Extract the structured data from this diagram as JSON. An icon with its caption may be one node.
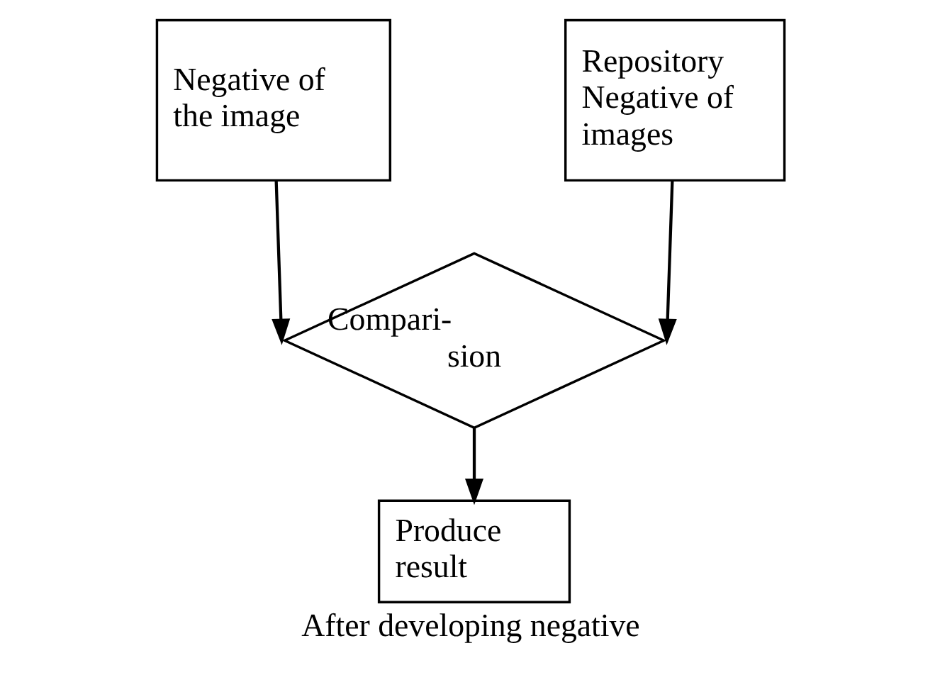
{
  "diagram": {
    "caption": "After developing negative",
    "nodes": [
      {
        "text": [
          "Negative of the image"
        ]
      },
      {
        "text": [
          "Repository Negative of images"
        ]
      },
      {
        "text": [
          "Compari- sion"
        ]
      },
      {
        "text": [
          "Produce result"
        ]
      }
    ],
    "edges": [
      {
        "from": 0,
        "to": 2,
        "arrow": "to"
      },
      {
        "from": 1,
        "to": 2,
        "arrow": "to"
      },
      {
        "from": 2,
        "to": 3,
        "arrow": "to"
      }
    ]
  }
}
